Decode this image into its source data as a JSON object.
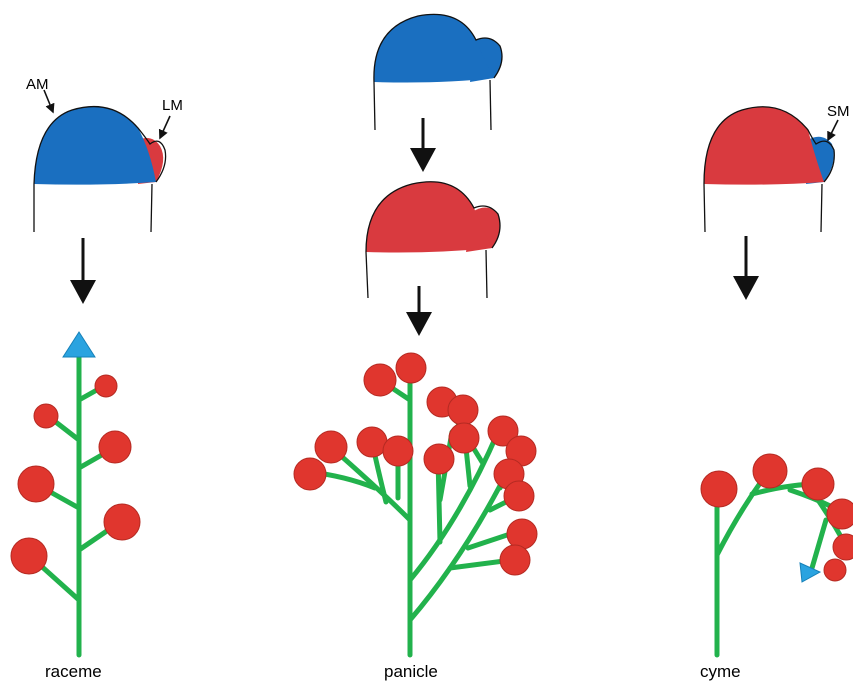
{
  "labels": {
    "am": "AM",
    "lm": "LM",
    "sm": "SM"
  },
  "captions": {
    "raceme": "raceme",
    "panicle": "panicle",
    "cyme": "cyme"
  },
  "colors": {
    "blue_meristem": "#1a6fc0",
    "red_meristem": "#d93a3f",
    "flower": "#e0362e",
    "flower_outline": "#b52a22",
    "stem": "#22b24c",
    "terminal_triangle": "#2aa3e0",
    "arrow": "#111111"
  }
}
